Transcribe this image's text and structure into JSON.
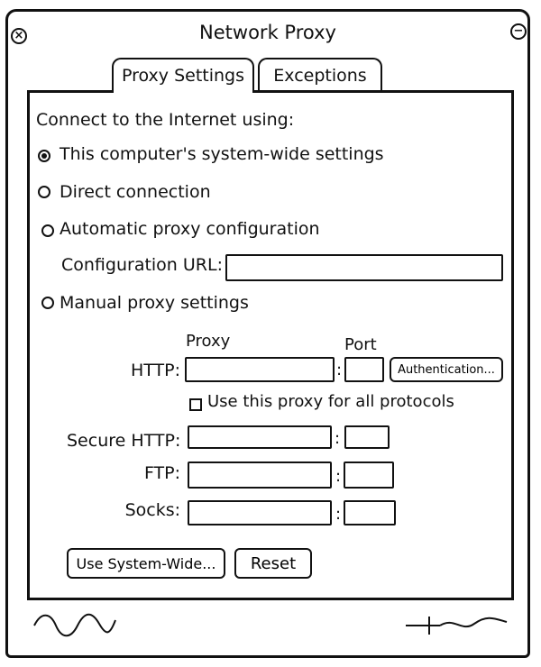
{
  "window": {
    "title": "Network Proxy",
    "close_glyph": "×",
    "minimize_glyph": "−"
  },
  "tabs": [
    {
      "label": "Proxy Settings",
      "active": true
    },
    {
      "label": "Exceptions",
      "active": false
    }
  ],
  "connect": {
    "heading": "Connect to the Internet using:",
    "options": [
      {
        "label": "This computer's system-wide settings",
        "selected": true
      },
      {
        "label": "Direct connection",
        "selected": false
      },
      {
        "label": "Automatic proxy configuration",
        "selected": false
      },
      {
        "label": "Manual proxy settings",
        "selected": false
      }
    ],
    "config_url": {
      "label": "Configuration URL:",
      "value": ""
    }
  },
  "manual": {
    "proxy_header": "Proxy",
    "port_header": "Port",
    "http": {
      "label": "HTTP:",
      "host": "",
      "port": ""
    },
    "authentication_label": "Authentication...",
    "use_for_all": {
      "label": "Use this proxy for all protocols",
      "checked": false
    },
    "secure_http": {
      "label": "Secure HTTP:",
      "host": "",
      "port": ""
    },
    "ftp": {
      "label": "FTP:",
      "host": "",
      "port": ""
    },
    "socks": {
      "label": "Socks:",
      "host": "",
      "port": ""
    },
    "colon": ":"
  },
  "buttons": {
    "use_system_wide": "Use System-Wide...",
    "reset": "Reset"
  }
}
